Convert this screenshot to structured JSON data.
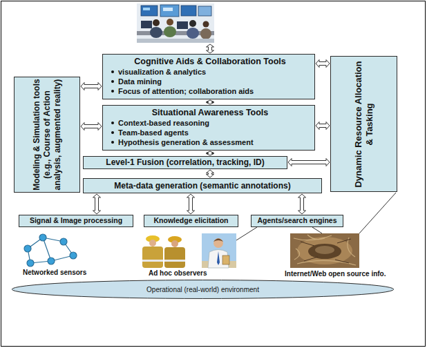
{
  "diagram": {
    "nodes": [
      {
        "text": [
          "Cognitive Aids & Collaboration Tools",
          "visualization & analytics",
          "Data mining",
          "Focus of attention; collaboration aids"
        ]
      },
      {
        "text": [
          "Situational Awareness Tools",
          "Context-based reasoning",
          "Team-based agents",
          "Hypothesis generation & assessment"
        ]
      },
      {
        "text": [
          "Level-1 Fusion (correlation, tracking, ID)"
        ]
      },
      {
        "text": [
          "Meta-data generation (semantic annotations)"
        ]
      },
      {
        "text": [
          "Modeling & Simulation tools",
          "(e.g., Course of Action analysis, augmented reality)"
        ]
      },
      {
        "text": [
          "Dynamic Resource Allocation & Tasking"
        ]
      },
      {
        "text": [
          "Signal & Image processing"
        ]
      },
      {
        "text": [
          "Knowledge elicitation"
        ]
      },
      {
        "text": [
          "Agents/search engines"
        ]
      },
      {
        "text": [
          "Operational (real-world) environment"
        ]
      }
    ],
    "edges": [
      {
        "from": 0,
        "to": 1,
        "arrow": "both"
      },
      {
        "from": 1,
        "to": 2,
        "arrow": "both"
      },
      {
        "from": 2,
        "to": 3,
        "arrow": "both"
      },
      {
        "from": 0,
        "to": 5,
        "arrow": "both"
      },
      {
        "from": 1,
        "to": 5,
        "arrow": "both"
      },
      {
        "from": 2,
        "to": 5,
        "arrow": "both"
      },
      {
        "from": 4,
        "to": 0,
        "arrow": "both"
      },
      {
        "from": 4,
        "to": 1,
        "arrow": "both"
      },
      {
        "from": 3,
        "to": 6,
        "arrow": "both"
      },
      {
        "from": 3,
        "to": 7,
        "arrow": "both"
      },
      {
        "from": 3,
        "to": 8,
        "arrow": "both"
      }
    ],
    "labels": [
      "Networked sensors",
      "Ad hoc observers",
      "Internet/Web open source info."
    ]
  }
}
